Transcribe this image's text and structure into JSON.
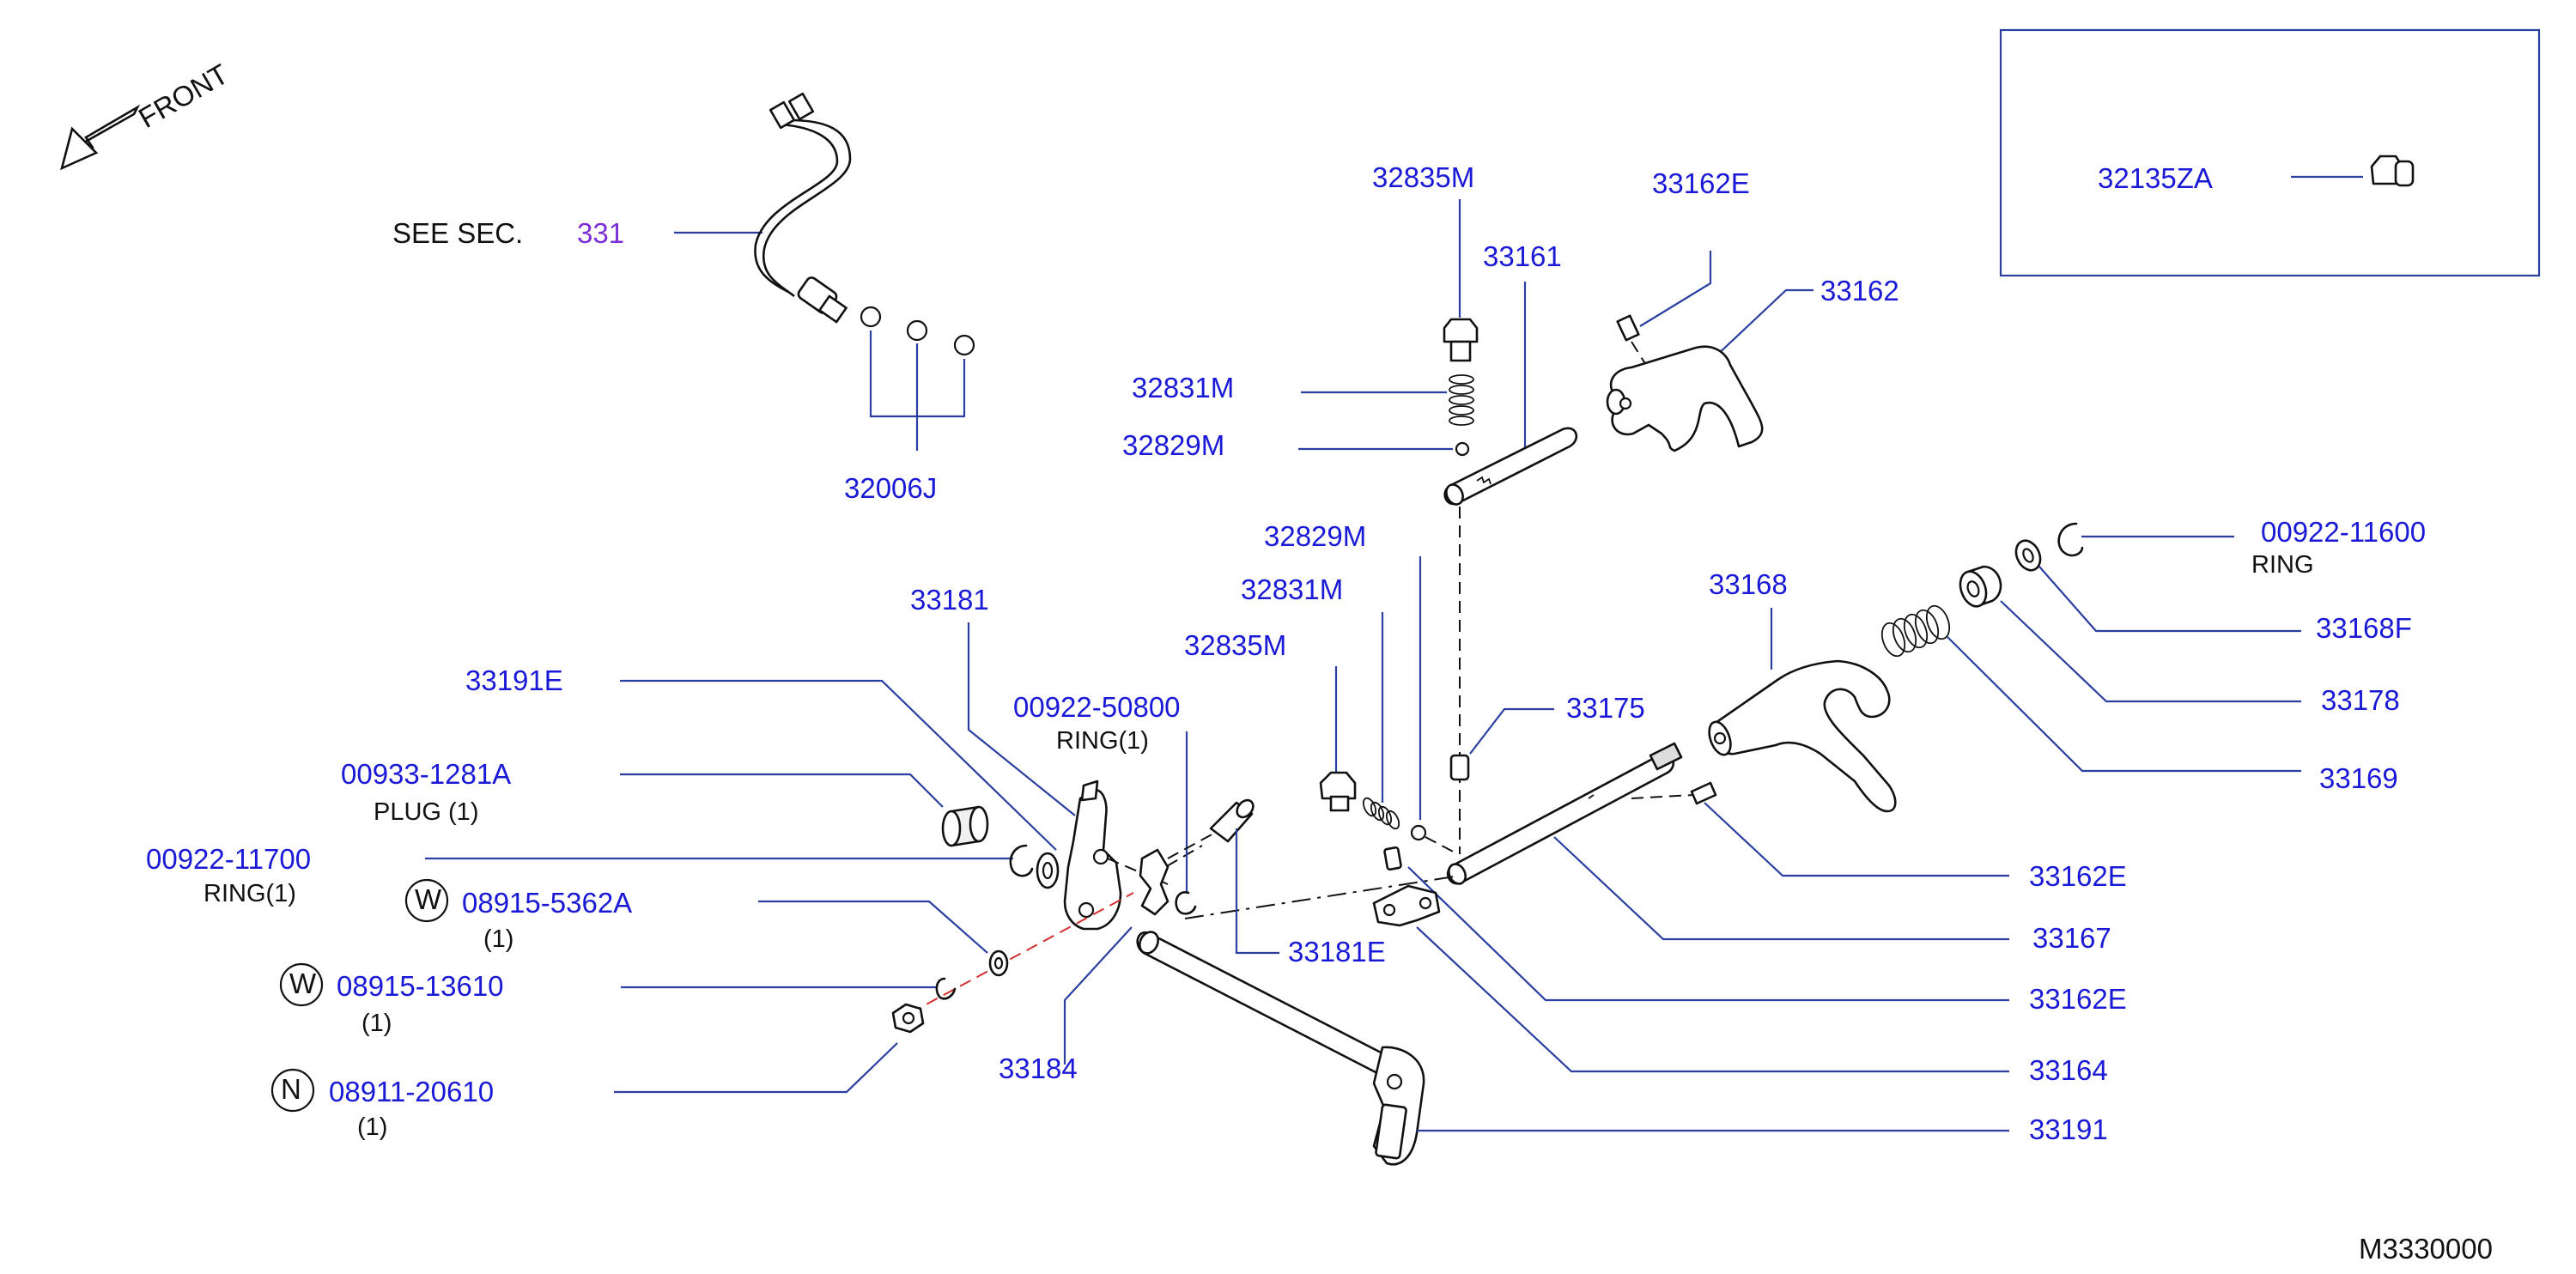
{
  "diagram": {
    "front_label": "FRONT",
    "see_sec_label": "SEE   SEC.",
    "see_sec_number": "331",
    "figure_code": "M3330000",
    "inset": {
      "part": "32135ZA"
    },
    "colors": {
      "part_number": "#1a1ad6",
      "sec_number": "#7b2fd6",
      "leader": "#2a3fa0",
      "hidden_line_red": "#d43030"
    },
    "markers": {
      "w": "W",
      "n": "N"
    },
    "labels": [
      {
        "id": "32006J",
        "text": "32006J"
      },
      {
        "id": "32835M_top",
        "text": "32835M"
      },
      {
        "id": "33161",
        "text": "33161"
      },
      {
        "id": "33162E_top",
        "text": "33162E"
      },
      {
        "id": "33162",
        "text": "33162"
      },
      {
        "id": "32831M_top",
        "text": "32831M"
      },
      {
        "id": "32829M_top",
        "text": "32829M"
      },
      {
        "id": "00922-11600",
        "text": "00922-11600",
        "sub": "RING"
      },
      {
        "id": "33168",
        "text": "33168"
      },
      {
        "id": "33168F",
        "text": "33168F"
      },
      {
        "id": "33178",
        "text": "33178"
      },
      {
        "id": "33169",
        "text": "33169"
      },
      {
        "id": "32829M_mid",
        "text": "32829M"
      },
      {
        "id": "32831M_mid",
        "text": "32831M"
      },
      {
        "id": "32835M_mid",
        "text": "32835M"
      },
      {
        "id": "33181",
        "text": "33181"
      },
      {
        "id": "00922-50800",
        "text": "00922-50800",
        "sub": "RING(1)"
      },
      {
        "id": "33175",
        "text": "33175"
      },
      {
        "id": "33191E",
        "text": "33191E"
      },
      {
        "id": "00933-1281A",
        "text": "00933-1281A",
        "sub": "PLUG   (1)"
      },
      {
        "id": "00922-11700",
        "text": "00922-11700",
        "sub": "RING(1)"
      },
      {
        "id": "08915-5362A",
        "text": "08915-5362A",
        "sub": "(1)",
        "marker": "W"
      },
      {
        "id": "08915-13610",
        "text": "08915-13610",
        "sub": "(1)",
        "marker": "W"
      },
      {
        "id": "08911-20610",
        "text": "08911-20610",
        "sub": "(1)",
        "marker": "N"
      },
      {
        "id": "33184",
        "text": "33184"
      },
      {
        "id": "33181E",
        "text": "33181E"
      },
      {
        "id": "33162E_r1",
        "text": "33162E"
      },
      {
        "id": "33167",
        "text": "33167"
      },
      {
        "id": "33162E_r2",
        "text": "33162E"
      },
      {
        "id": "33164",
        "text": "33164"
      },
      {
        "id": "33191",
        "text": "33191"
      }
    ]
  }
}
